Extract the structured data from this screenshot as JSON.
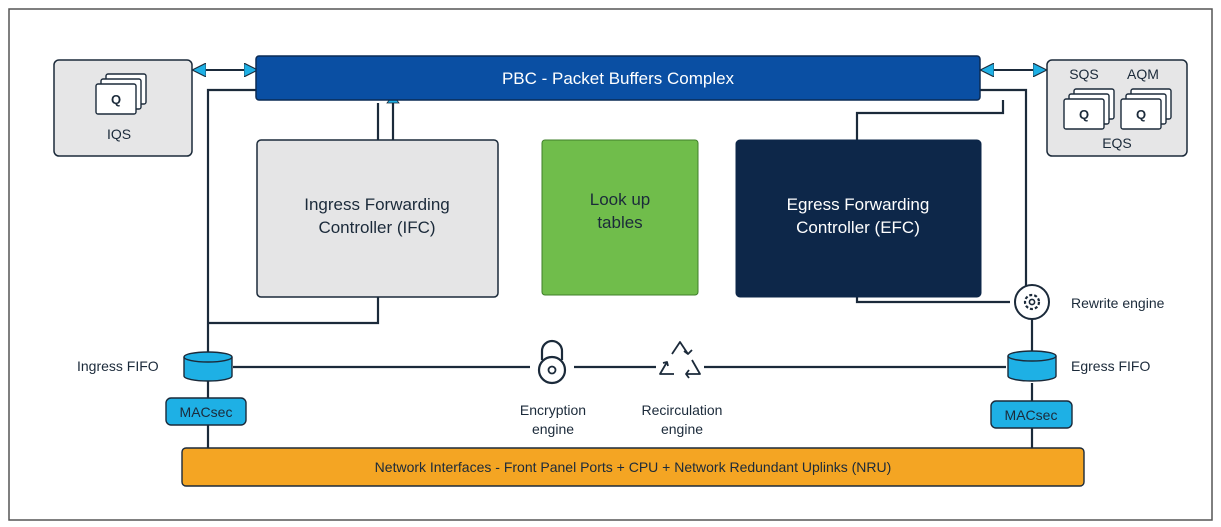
{
  "diagram": {
    "pbc_label": "PBC - Packet Buffers Complex",
    "iqs": {
      "queue_letter": "Q",
      "label": "IQS"
    },
    "eqs": {
      "sqs_label": "SQS",
      "aqm_label": "AQM",
      "queue_letter": "Q",
      "label": "EQS"
    },
    "ifc": {
      "line1": "Ingress Forwarding",
      "line2": "Controller (IFC)"
    },
    "lookup": {
      "line1": "Look up",
      "line2": "tables"
    },
    "efc": {
      "line1": "Egress Forwarding",
      "line2": "Controller (EFC)"
    },
    "rewrite_label": "Rewrite engine",
    "ingress_fifo_label": "Ingress FIFO",
    "egress_fifo_label": "Egress FIFO",
    "encryption": {
      "line1": "Encryption",
      "line2": "engine"
    },
    "recirculation": {
      "line1": "Recirculation",
      "line2": "engine"
    },
    "macsec_left": "MACsec",
    "macsec_right": "MACsec",
    "network_interfaces_label": "Network Interfaces - Front Panel Ports + CPU + Network Redundant Uplinks (NRU)"
  },
  "colors": {
    "pbc_fill": "#0a4fa3",
    "ifc_fill": "#e5e5e6",
    "lookup_fill": "#70bd4b",
    "efc_fill": "#0d2749",
    "queue_panel_fill": "#e6e6e7",
    "macsec_fill": "#1eb0e5",
    "network_fill": "#f4a523",
    "line": "#1b2a3a",
    "arrow_accent": "#1eb0e5"
  },
  "icons": [
    "lock-icon",
    "recycle-icon",
    "gear-icon",
    "cylinder-icon",
    "queue-stack-icon"
  ]
}
